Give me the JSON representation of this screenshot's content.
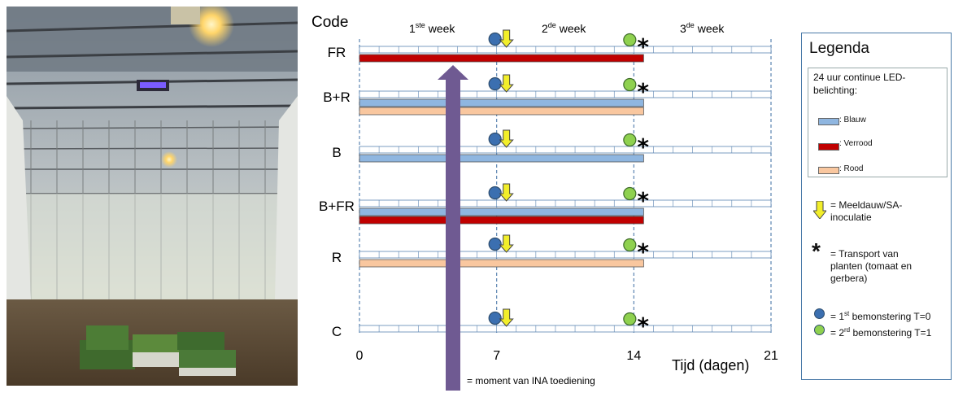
{
  "header": {
    "code_label": "Code"
  },
  "weeks": [
    {
      "prefix": "1",
      "sup": "ste",
      "suffix": " week"
    },
    {
      "prefix": "2",
      "sup": "de",
      "suffix": " week"
    },
    {
      "prefix": "3",
      "sup": "de",
      "suffix": " week"
    }
  ],
  "rows": [
    {
      "code": "FR",
      "bars": [
        "verrood"
      ]
    },
    {
      "code": "B+R",
      "bars": [
        "blauw",
        "rood"
      ]
    },
    {
      "code": "B",
      "bars": [
        "blauw"
      ]
    },
    {
      "code": "B+FR",
      "bars": [
        "blauw",
        "verrood"
      ]
    },
    {
      "code": "R",
      "bars": [
        "rood"
      ]
    },
    {
      "code": "C",
      "bars": []
    }
  ],
  "axis": {
    "ticks": [
      "0",
      "7",
      "14",
      "21"
    ],
    "tick_days": [
      0,
      7,
      14,
      21
    ],
    "label": "Tijd (dagen)",
    "bar_end_day": 14.5
  },
  "ina_note": "= moment van INA toediening",
  "legend": {
    "title": "Legenda",
    "intro": "24 uur continue LED-belichting:",
    "items": [
      {
        "key": "blauw",
        "label": ": Blauw"
      },
      {
        "key": "verrood",
        "label": ": Verrood"
      },
      {
        "key": "rood",
        "label": ": Rood"
      }
    ],
    "inoculation": "= Meeldauw/SA-inoculatie",
    "transport": "= Transport van planten (tomaat en gerbera)",
    "sample1": {
      "prefix": "= 1",
      "sup": "st",
      "suffix": " bemonstering T=0"
    },
    "sample2": {
      "prefix": "= 2",
      "sup": "rd",
      "suffix": " bemonstering T=1"
    }
  },
  "colors": {
    "blauw": "#8fb6e0",
    "verrood": "#c00000",
    "rood": "#f9c79f",
    "sample1": "#3b6fb0",
    "sample2": "#8fd14f",
    "arrow_yellow": "#f2ee2a",
    "ina_arrow": "#6f5a92",
    "legend_border": "#4a7aa8"
  }
}
